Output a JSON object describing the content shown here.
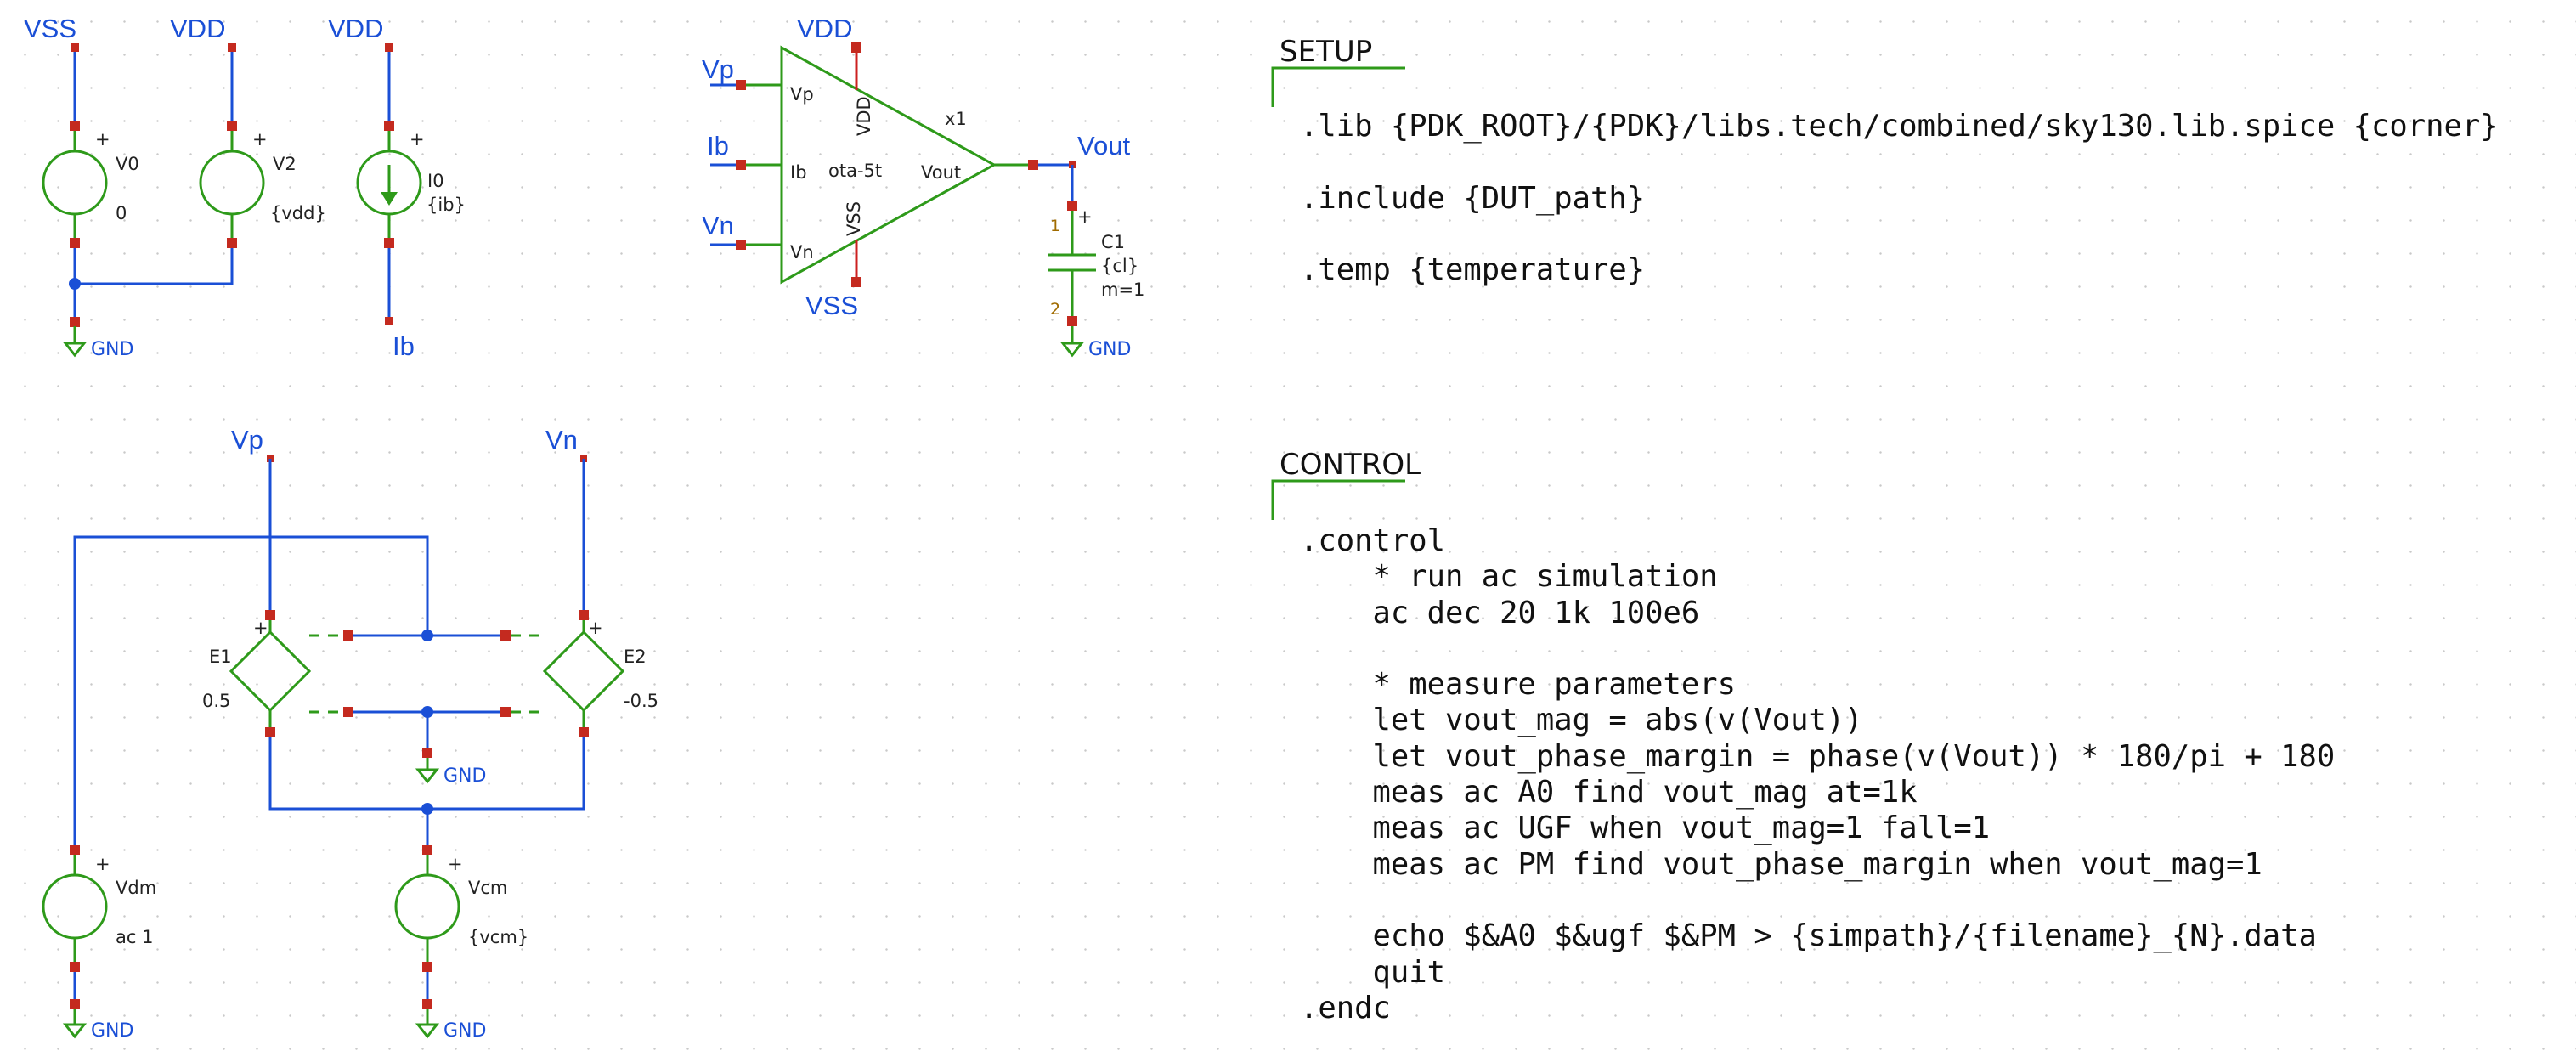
{
  "schematic": {
    "nets": {
      "vss": "VSS",
      "vdd_1": "VDD",
      "vdd_2": "VDD",
      "ib": "Ib",
      "vp": "Vp",
      "ib_ota": "Ib",
      "vn": "Vn",
      "vdd_ota": "VDD",
      "vss_ota": "VSS",
      "vout": "Vout",
      "vp_bottom": "Vp",
      "vn_bottom": "Vn"
    },
    "gnd_label": "GND",
    "sources": {
      "v0": {
        "name": "V0",
        "value": "0"
      },
      "v2": {
        "name": "V2",
        "value": "{vdd}"
      },
      "i0": {
        "name": "I0",
        "value": "{ib}"
      },
      "vdm": {
        "name": "Vdm",
        "value": "ac 1"
      },
      "vcm": {
        "name": "Vcm",
        "value": "{vcm}"
      },
      "e1": {
        "name": "E1",
        "value": "0.5"
      },
      "e2": {
        "name": "E2",
        "value": "-0.5"
      }
    },
    "ota": {
      "instance": "x1",
      "model": "ota-5t",
      "pin_vp": "Vp",
      "pin_ib": "Ib",
      "pin_vn": "Vn",
      "pin_vout": "Vout",
      "pin_vdd": "VDD",
      "pin_vss": "VSS"
    },
    "capacitor": {
      "name": "C1",
      "value": "{cl}",
      "multiplier": "m=1",
      "pin1": "1",
      "pin2": "2"
    },
    "plus_sign": "+"
  },
  "setup": {
    "title": "SETUP",
    "code": ".lib {PDK_ROOT}/{PDK}/libs.tech/combined/sky130.lib.spice {corner}\n\n.include {DUT_path}\n\n.temp {temperature}"
  },
  "control": {
    "title": "CONTROL",
    "code": ".control\n    * run ac simulation\n    ac dec 20 1k 100e6\n\n    * measure parameters\n    let vout_mag = abs(v(Vout))\n    let vout_phase_margin = phase(v(Vout)) * 180/pi + 180\n    meas ac A0 find vout_mag at=1k\n    meas ac UGF when vout_mag=1 fall=1\n    meas ac PM find vout_phase_margin when vout_mag=1\n\n    echo $&A0 $&ugf $&PM > {simpath}/{filename}_{N}.data\n    quit\n.endc"
  },
  "colors": {
    "wire": "#1a4fd6",
    "symbol": "#2e9a1a",
    "pin": "#c42a1f",
    "text": "#222222",
    "grid_dot": "#c9c9c9"
  }
}
